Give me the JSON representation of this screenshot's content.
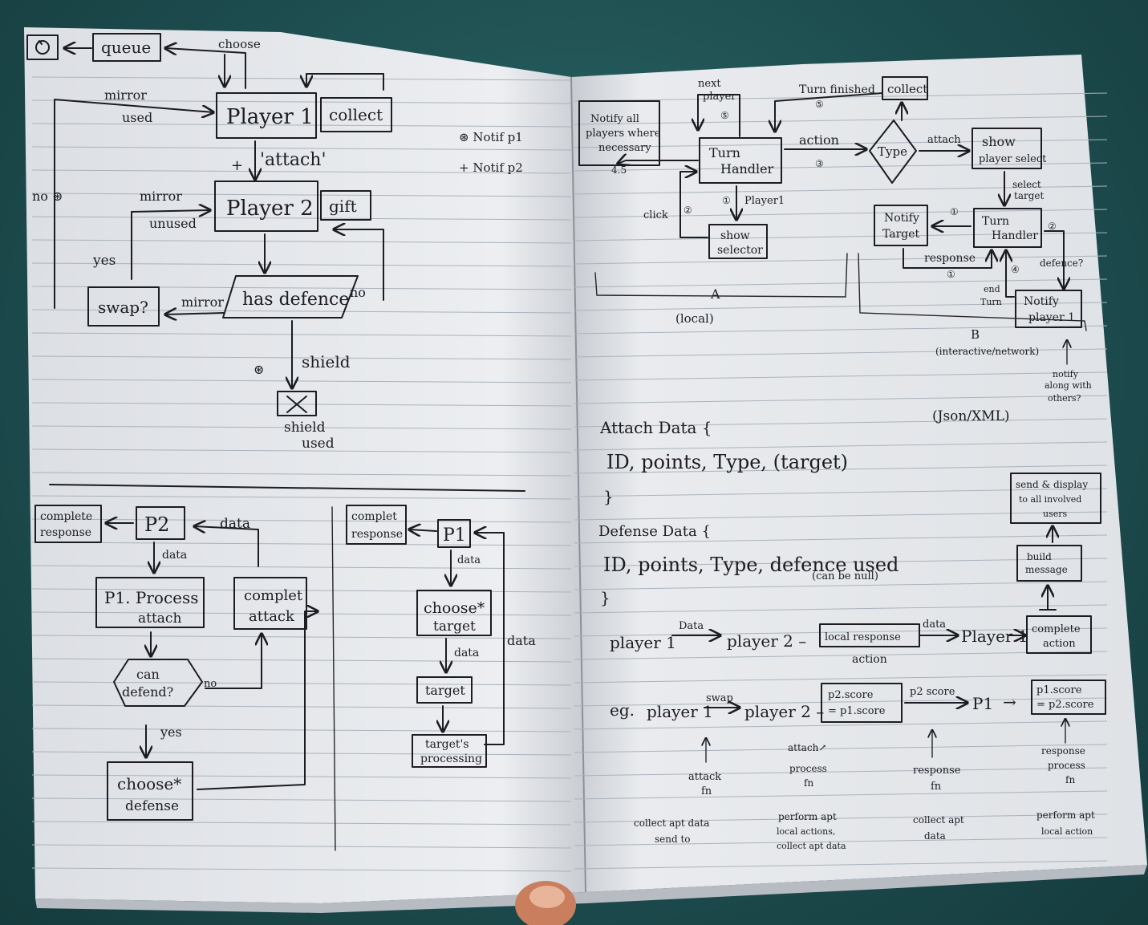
{
  "left_page": {
    "top": {
      "queue": "queue",
      "choose": "choose",
      "mirror_used": [
        "mirror",
        "used"
      ],
      "player1": "Player 1",
      "collect": "collect",
      "attach": "'attach'",
      "plus": "+",
      "notif": [
        "⊛ Notif p1",
        "+ Notif p2"
      ],
      "no_left": "no ⊛",
      "mirror_unused": [
        "mirror",
        "unused"
      ],
      "player2": "Player 2",
      "gift": "gift",
      "yes": "yes",
      "swap": "swap?",
      "mirror": "mirror",
      "has_defence": "has defence",
      "no_right": "no",
      "shield_marker": "⊛",
      "shield": "shield",
      "shield_used": [
        "shield",
        "used"
      ]
    },
    "bottom_left": {
      "complete_response": [
        "complete",
        "response"
      ],
      "p2": "P2",
      "data_in": "data",
      "data_down": "data",
      "p1_process": [
        "P1. Process",
        "attach"
      ],
      "complete_attack": [
        "complet",
        "attack"
      ],
      "can_defend": [
        "can",
        "defend?"
      ],
      "no": "no",
      "yes": "yes",
      "choose_defense": [
        "choose*",
        "defense"
      ]
    },
    "bottom_right": {
      "complete_response": [
        "complet",
        "response"
      ],
      "p1": "P1",
      "data_a": "data",
      "choose_target": [
        "choose*",
        "target"
      ],
      "data_b": "data",
      "target": "target",
      "targets_processing": [
        "target's",
        "processing"
      ],
      "data_side": "data"
    }
  },
  "right_page": {
    "top": {
      "notify_all": [
        "Notify all",
        "players where",
        "necessary"
      ],
      "marker_45": "4.5",
      "next_player": [
        "next",
        "player"
      ],
      "marker_next": "⑤",
      "turn_finished": "Turn finished",
      "marker_tf": "⑤",
      "collect": "collect",
      "turn_handler": [
        "Turn",
        "Handler"
      ],
      "action": "action",
      "marker_action": "③",
      "type": "Type",
      "attach": "attach",
      "show_player_select": [
        "show",
        "player select"
      ],
      "marker_p1": "①",
      "player1": "Player1",
      "click": "click",
      "marker_click": "②",
      "show_selector": [
        "show",
        "selector"
      ],
      "select_target": [
        "select",
        "target"
      ],
      "notify_target": [
        "Notify",
        "Target"
      ],
      "marker_nt": "①",
      "turn_handler_b": [
        "Turn",
        "Handler"
      ],
      "marker_def": "②",
      "defence": "defence?",
      "response": "response",
      "marker_resp": "①",
      "marker_4": "④",
      "end_turn": [
        "end",
        "Turn"
      ],
      "notify_player1": [
        "Notify",
        "player 1"
      ],
      "a_label": "A",
      "local": "(local)",
      "b_label": "B",
      "interactive": "(interactive/network)",
      "notify_others": [
        "notify",
        "along with",
        "others?"
      ]
    },
    "data": {
      "attach_data": "Attach Data {",
      "json_xml": "(Json/XML)",
      "attach_fields": "ID, points, Type, (target)",
      "close1": "}",
      "defense_data": "Defense Data {",
      "defense_fields": "ID, points, Type, defence used",
      "can_be_null": "(can be null)",
      "close2": "}",
      "send_display": [
        "send & display",
        "to all involved",
        "users"
      ],
      "build_message": [
        "build",
        "message"
      ]
    },
    "flow": {
      "player1": "player 1",
      "data1": "Data",
      "player2": "player 2 –",
      "local_response": "local response",
      "data2": "data",
      "action": "action",
      "player1b": "Player 1",
      "complete_action": [
        "complete",
        "action"
      ]
    },
    "example": {
      "eg": "eg.",
      "player1": "player 1",
      "swap": "swap",
      "player2": "player 2 –",
      "p2score_box": [
        "p2.score",
        "= p1.score"
      ],
      "p2score": "p2 score",
      "p1": "P1",
      "arrow": "→",
      "p1score_box": [
        "p1.score",
        "= p2.score"
      ],
      "attack_fn": [
        "attack",
        "fn"
      ],
      "attack_process": [
        "attach↗",
        "process",
        "fn"
      ],
      "response_fn": [
        "response",
        "fn"
      ],
      "response_process": [
        "response",
        "process",
        "fn"
      ],
      "collect_send": [
        "collect apt data",
        "send to"
      ],
      "perform_local": [
        "perform apt",
        "local actions,",
        "collect apt data"
      ],
      "collect_data": [
        "collect apt",
        "data"
      ],
      "perform_local_action": [
        "perform apt",
        "local action"
      ]
    }
  }
}
